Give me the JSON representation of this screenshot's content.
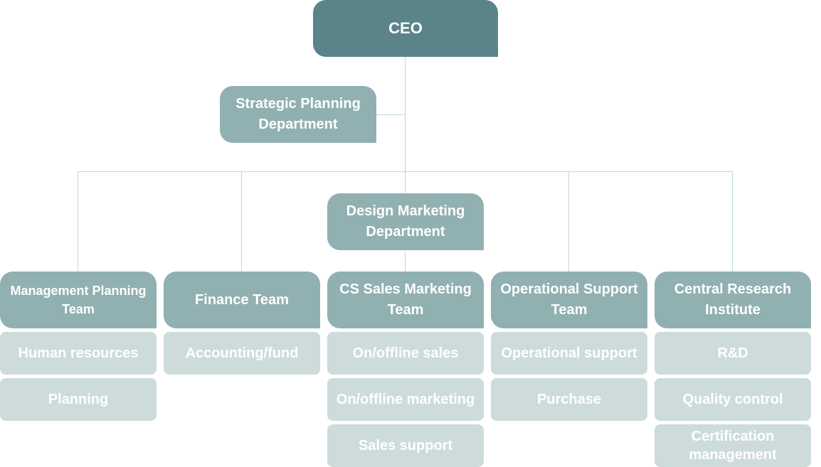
{
  "ceo": {
    "label": "CEO"
  },
  "departments": {
    "strategic": "Strategic Planning Department",
    "design": "Design Marketing Department"
  },
  "teams": [
    {
      "name": "Management Planning Team",
      "subs": [
        "Human resources",
        "Planning"
      ]
    },
    {
      "name": "Finance Team",
      "subs": [
        "Accounting/fund"
      ]
    },
    {
      "name": "CS Sales Marketing Team",
      "subs": [
        "On/offline sales",
        "On/offline marketing",
        "Sales support"
      ]
    },
    {
      "name": "Operational Support Team",
      "subs": [
        "Operational support",
        "Purchase"
      ]
    },
    {
      "name": "Central Research Institute",
      "subs": [
        "R&D",
        "Quality control",
        "Certification management"
      ]
    }
  ],
  "colors": {
    "ceo": "#5b8489",
    "department": "#91b0b2",
    "team": "#91b0b2",
    "subteam": "#cddbdb",
    "connector": "#bcd8de"
  }
}
